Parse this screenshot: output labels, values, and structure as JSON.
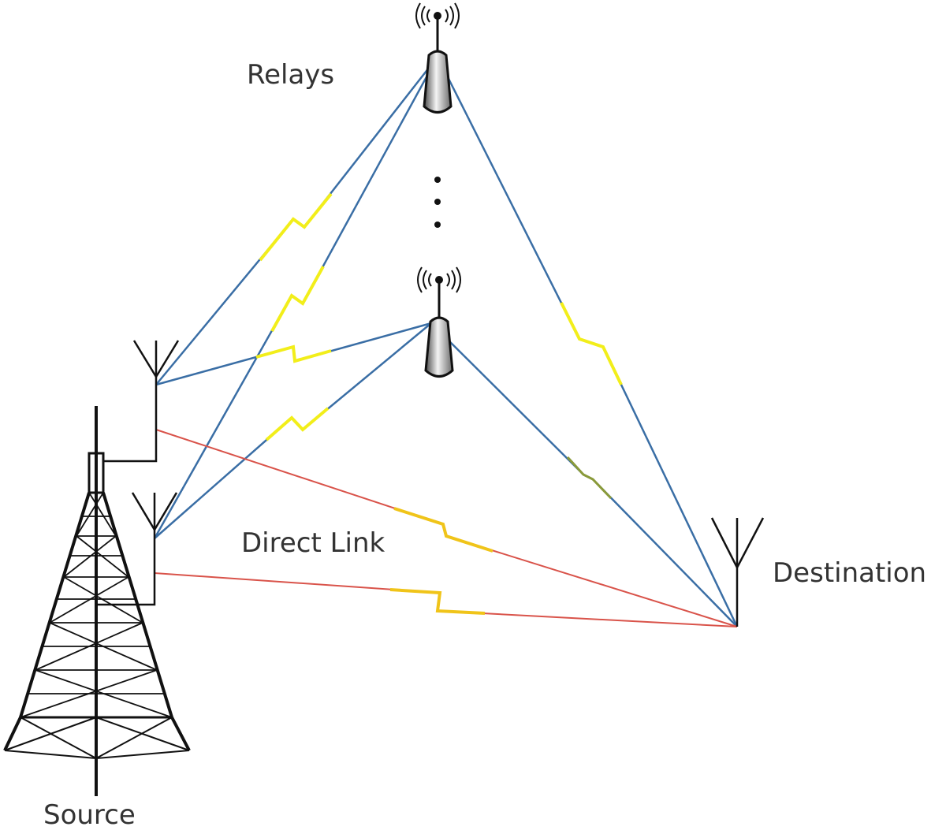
{
  "labels": {
    "relays": "Relays",
    "direct_link": "Direct Link",
    "destination": "Destination",
    "source": "Source"
  },
  "colors": {
    "relay_link_line": "#3a6ea5",
    "relay_link_bolt": "#f2ee1a",
    "direct_link_line": "#d9534a",
    "direct_link_bolt": "#f0c419",
    "structure": "#111111"
  },
  "icons": {
    "relay": "wireless-relay-icon",
    "antenna": "antenna-icon",
    "tower": "transmission-tower-icon"
  }
}
